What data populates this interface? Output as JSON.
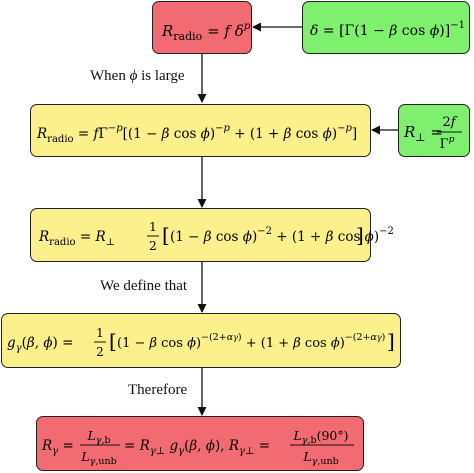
{
  "boxes": {
    "radio_definition": "R_radio = f δ^p",
    "delta_definition": "δ = [Γ(1 − β cos ϕ)]^−1",
    "radio_large_phi": "R_radio = fΓ^−p [(1 − β cos ϕ)^−p + (1 + β cos ϕ)^−p]",
    "r_perp_definition": "R⊥ = 2f / Γ^p",
    "radio_half": "R_radio = R⊥ ½ [(1 − β cos ϕ)^−2 + (1 + β cos ϕ)^−2]",
    "g_gamma_definition": "gγ(β, ϕ) = ½ [(1 − β cos ϕ)^−(2+αγ) + (1 + β cos ϕ)^−(2+αγ)]",
    "r_gamma_result": "Rγ = Lγ,b / Lγ,unb = Rγ⊥ gγ(β, ϕ), Rγ⊥ = Lγ,b(90°) / Lγ,unb"
  },
  "edge_labels": {
    "large_phi": "When ϕ is large",
    "define": "We define that",
    "therefore": "Therefore"
  },
  "colors": {
    "result": "#f36b72",
    "input": "#7ef06e",
    "step": "#fbf08c"
  }
}
